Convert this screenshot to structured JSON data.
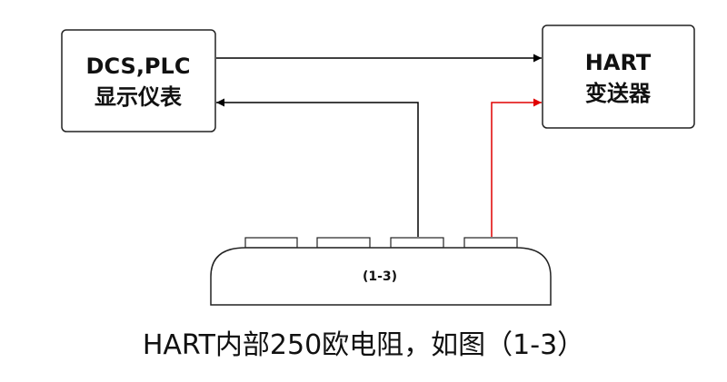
{
  "diagram": {
    "left_box": {
      "line1": "DCS,PLC",
      "line2": "显示仪表"
    },
    "right_box": {
      "line1": "HART",
      "line2": "变送器"
    },
    "device": {
      "label": "(1-3)"
    },
    "caption": "HART内部250欧电阻，如图（1-3）",
    "colors": {
      "line": "#000000",
      "highlight": "#e00000"
    }
  }
}
